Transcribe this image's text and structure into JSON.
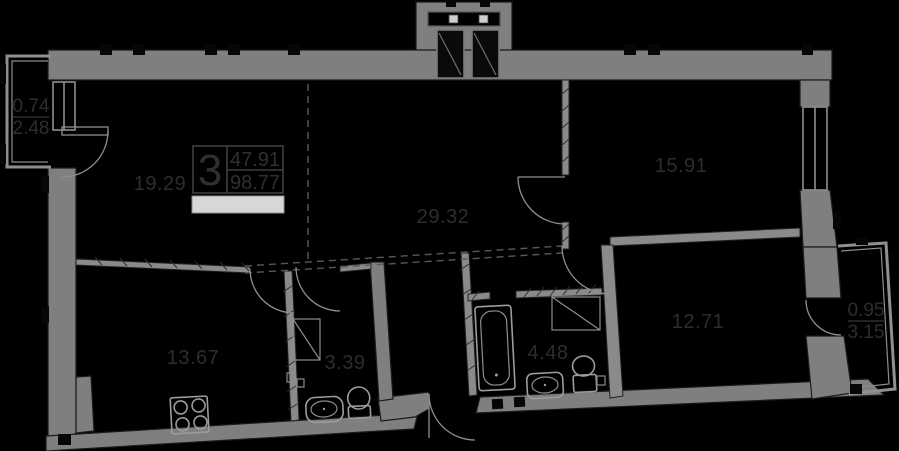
{
  "unit_badge": {
    "rooms_count": "3",
    "living_area": "47.91",
    "total_area": "98.77"
  },
  "rooms": [
    {
      "name": "room-19-29",
      "area": "19.29"
    },
    {
      "name": "hallway-29-32",
      "area": "29.32"
    },
    {
      "name": "room-15-91",
      "area": "15.91"
    },
    {
      "name": "kitchen-13-67",
      "area": "13.67"
    },
    {
      "name": "bathroom-3-39",
      "area": "3.39"
    },
    {
      "name": "bathroom-4-48",
      "area": "4.48"
    },
    {
      "name": "room-12-71",
      "area": "12.71"
    }
  ],
  "balconies": [
    {
      "name": "balcony-left",
      "factor": "0.74",
      "area": "2.48"
    },
    {
      "name": "balcony-right",
      "factor": "0.95",
      "area": "3.15"
    }
  ],
  "colors": {
    "background": "#000000",
    "wall_fill": "#7f7f7f",
    "fixture_line": "#9c9c9c",
    "label_text": "#2d2d2d",
    "badge_bar": "#d7d7d7"
  }
}
